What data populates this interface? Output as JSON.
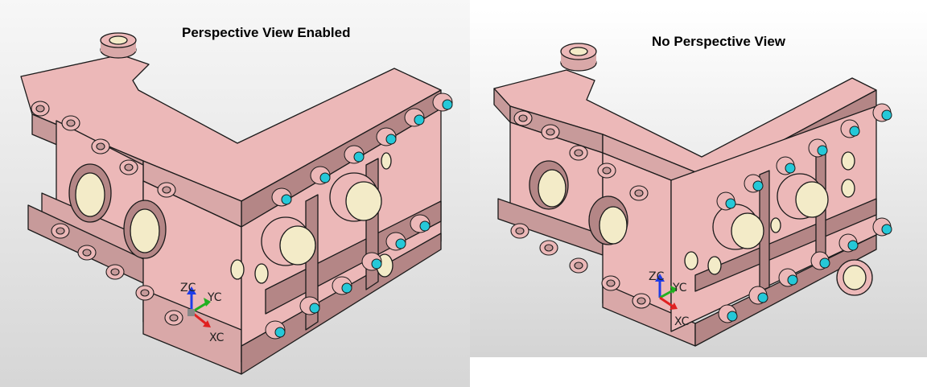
{
  "left_view": {
    "title": "Perspective View Enabled",
    "triad": {
      "z_label": "ZC",
      "y_label": "YC",
      "x_label": "XC"
    }
  },
  "right_view": {
    "title": "No Perspective View",
    "triad": {
      "z_label": "ZC",
      "y_label": "YC",
      "x_label": "XC"
    }
  },
  "colors": {
    "part_body": "#ecb8b8",
    "part_shadow": "#b48686",
    "part_edge": "#1a1a1a",
    "bore_interior": "#f3ebc8",
    "fastener_cyan": "#25c8d8",
    "axis_z": "#1e3ce8",
    "axis_y": "#20b020",
    "axis_x": "#e02020"
  }
}
